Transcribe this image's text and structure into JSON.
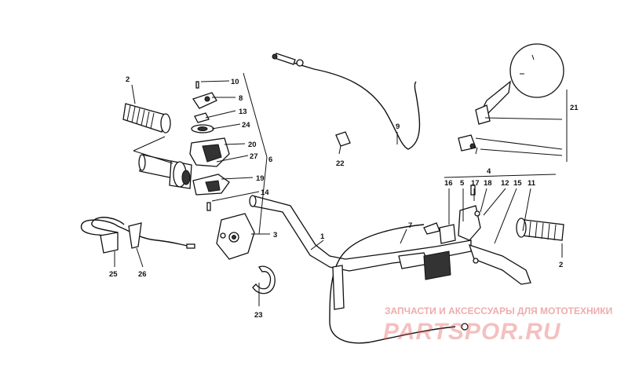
{
  "diagram": {
    "part_labels": {
      "p1": "1",
      "p2a": "2",
      "p2b": "2",
      "p3": "3",
      "p5": "5",
      "p6": "6",
      "p7": "7",
      "p8": "8",
      "p9": "9",
      "p10": "10",
      "p11": "11",
      "p12": "12",
      "p13": "13",
      "p14": "14",
      "p15": "15",
      "p16": "16",
      "p17": "17",
      "p18": "18",
      "p19": "19",
      "p20": "20",
      "p21": "21",
      "p22": "22",
      "p23": "23",
      "p24": "24",
      "p25": "25",
      "p26": "26",
      "p27": "27",
      "p4": "4"
    }
  },
  "watermark": {
    "tagline": "ЗАПЧАСТИ И АКСЕССУАРЫ ДЛЯ МОТОТЕХНИКИ",
    "brand": "PARTSPOR.RU",
    "color": "#e04c4c"
  }
}
